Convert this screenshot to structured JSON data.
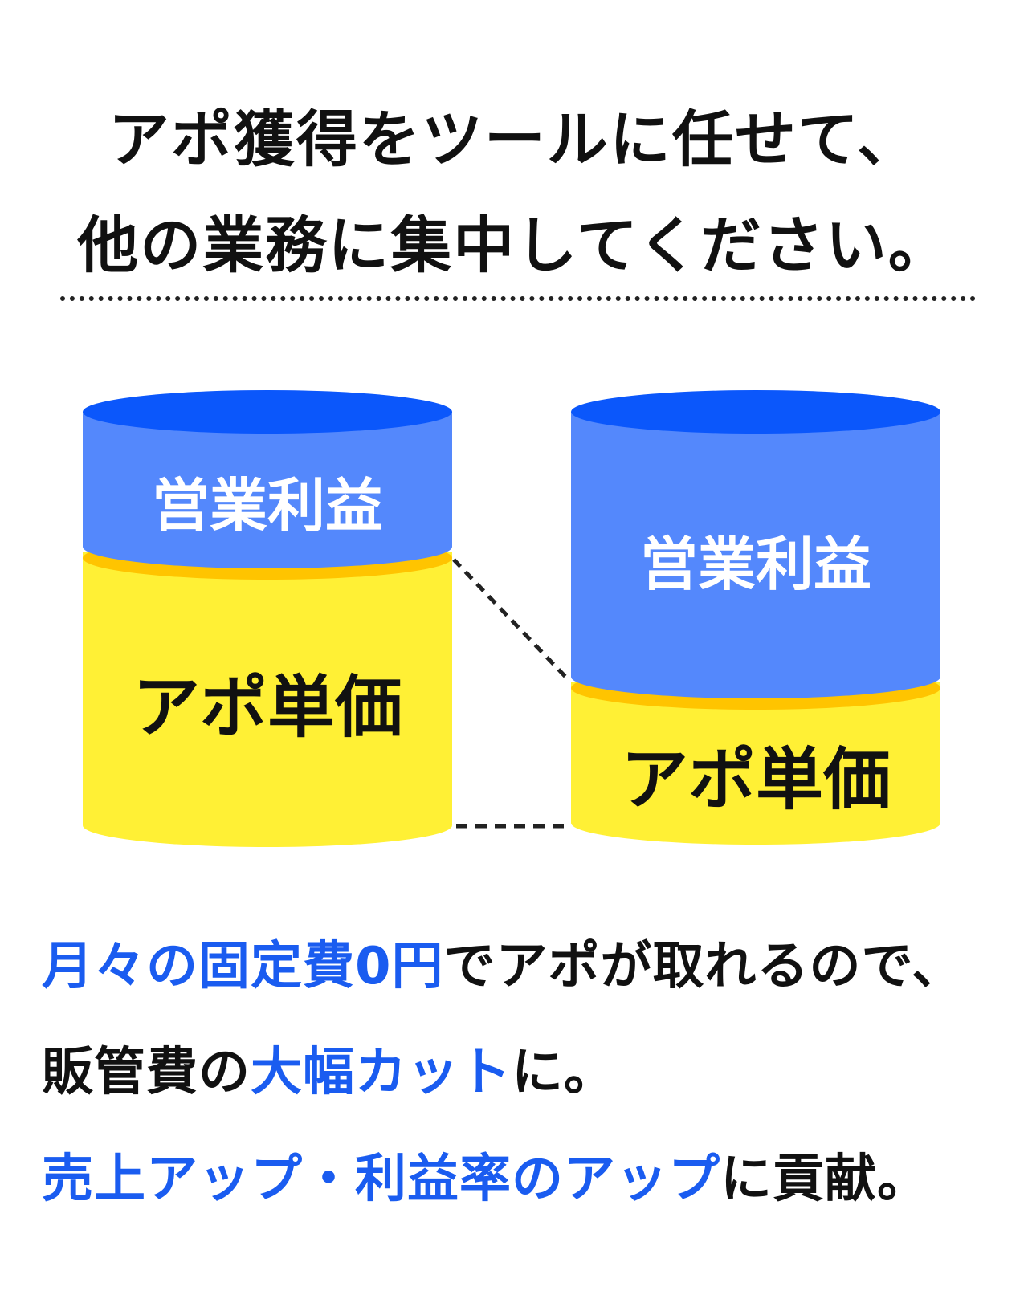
{
  "headline": {
    "line1": "アポ獲得をツールに任せて、",
    "line2": "他の業務に集中してください。"
  },
  "diagram": {
    "left_cylinder": {
      "top_label": "営業利益",
      "bottom_label": "アポ単価",
      "profit_share": 0.32
    },
    "right_cylinder": {
      "top_label": "営業利益",
      "bottom_label": "アポ単価",
      "profit_share": 0.68
    }
  },
  "bottom_text": {
    "line1": [
      {
        "text": "月々の固定費0円",
        "accent": true
      },
      {
        "text": "でアポが取れるので、",
        "accent": false
      }
    ],
    "line2": [
      {
        "text": "販管費の",
        "accent": false
      },
      {
        "text": "大幅カット",
        "accent": true
      },
      {
        "text": "に。",
        "accent": false
      }
    ],
    "line3": [
      {
        "text": "売上アップ・利益率のアップ",
        "accent": true
      },
      {
        "text": "に貢献。",
        "accent": false
      }
    ]
  },
  "colors": {
    "accent_text": "#1a5cf0",
    "cylinder_blue_top": "#0b57fb",
    "cylinder_blue_body": "#5488fc",
    "cylinder_yellow_body": "#fff035",
    "cylinder_yellow_rim": "#ffc400",
    "text_dark": "#111111"
  }
}
